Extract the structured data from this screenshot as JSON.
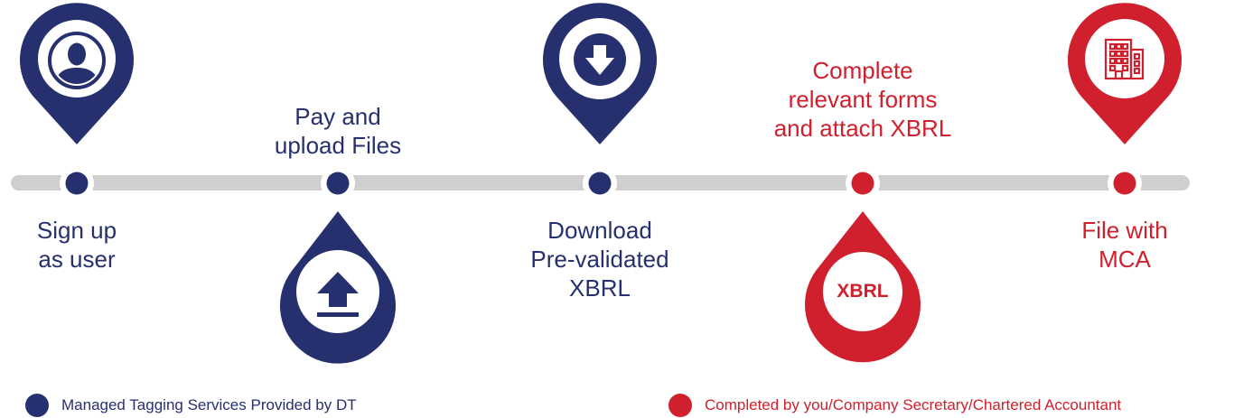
{
  "colors": {
    "navy": "#27306f",
    "red": "#d0202e",
    "track": "#cfcfcf"
  },
  "steps": [
    {
      "label_lines": [
        "Sign up",
        "as user"
      ],
      "icon": "user-icon",
      "group": "dt"
    },
    {
      "label_lines": [
        "Pay and",
        "upload Files"
      ],
      "icon": "upload-icon",
      "group": "dt"
    },
    {
      "label_lines": [
        "Download",
        "Pre-validated",
        "XBRL"
      ],
      "icon": "download-icon",
      "group": "dt"
    },
    {
      "label_lines": [
        "Complete",
        "relevant forms",
        "and attach XBRL"
      ],
      "icon": "xbrl-badge",
      "badge_text": "XBRL",
      "group": "you"
    },
    {
      "label_lines": [
        "File with",
        "MCA"
      ],
      "icon": "building-icon",
      "group": "you"
    }
  ],
  "legend": {
    "dt": "Managed Tagging Services Provided by DT",
    "you": "Completed by you/Company Secretary/Chartered Accountant"
  }
}
